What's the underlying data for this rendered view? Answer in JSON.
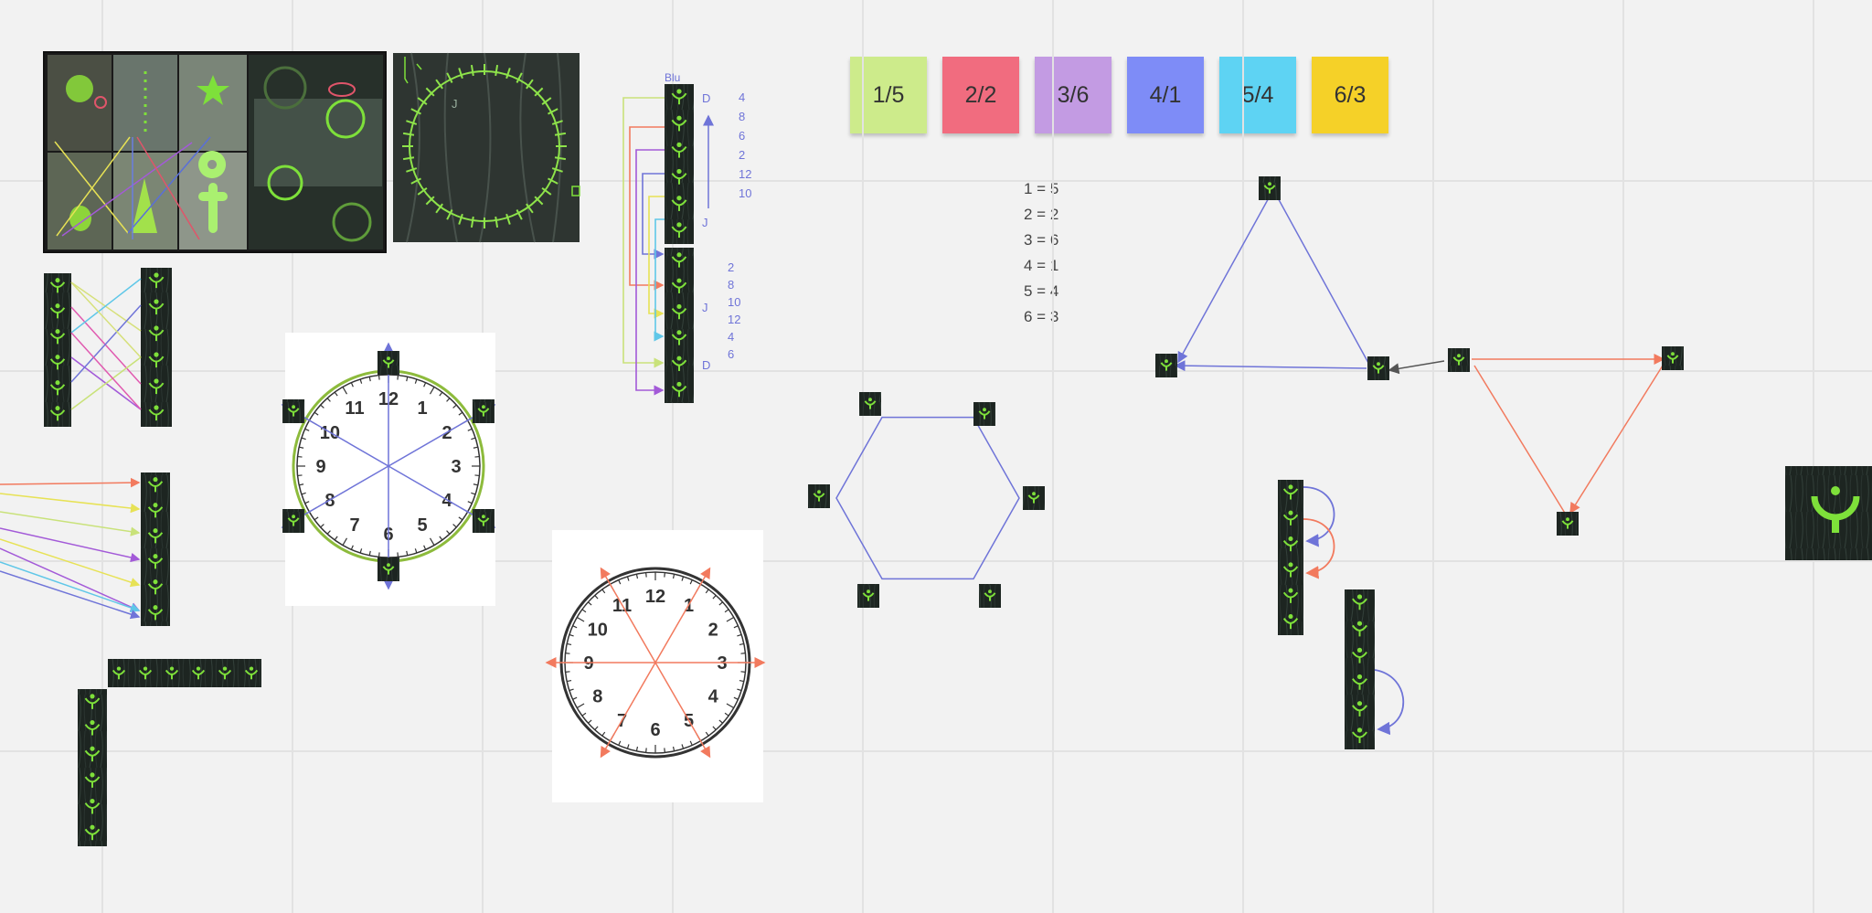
{
  "stickies": [
    {
      "label": "1/5",
      "color": "#cdeb8b"
    },
    {
      "label": "2/2",
      "color": "#f16c7f"
    },
    {
      "label": "3/6",
      "color": "#c39be3"
    },
    {
      "label": "4/1",
      "color": "#7e8cf7"
    },
    {
      "label": "5/4",
      "color": "#5ed3f3"
    },
    {
      "label": "6/3",
      "color": "#f5d128"
    }
  ],
  "mapping": [
    "1 = 5",
    "2 = 2",
    "3 = 6",
    "4 = 1",
    "5 = 4",
    "6 = 3"
  ],
  "clock_numbers": [
    "12",
    "1",
    "2",
    "3",
    "4",
    "5",
    "6",
    "7",
    "8",
    "9",
    "10",
    "11"
  ],
  "column_diagram": {
    "top_label": "Blu",
    "upper_letter_top": "D",
    "upper_letter_bottom": "J",
    "lower_letter_mid": "J",
    "lower_letter_bottom": "D",
    "upper_numbers": [
      "4",
      "8",
      "6",
      "2",
      "12",
      "10"
    ],
    "lower_numbers": [
      "2",
      "8",
      "10",
      "12",
      "4",
      "6"
    ]
  },
  "photo_letter": "J",
  "colors": {
    "blue": "#6f74d8",
    "red": "#f27a5e",
    "green": "#8dbb3c",
    "glyph": "#7ee03a",
    "tile": "#1c2420"
  }
}
